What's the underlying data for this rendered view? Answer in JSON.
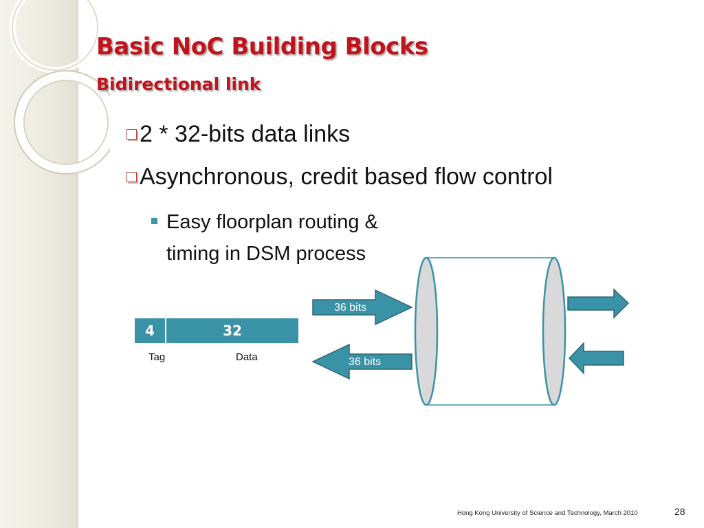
{
  "title": "Basic NoC Building Blocks",
  "subtitle": "Bidirectional link",
  "bullets": [
    {
      "text": "2 * 32-bits data links"
    },
    {
      "text": "Asynchronous, credit based flow control"
    }
  ],
  "sub_bullets": [
    {
      "text": "Easy floorplan routing & timing in DSM process"
    }
  ],
  "packet_format": {
    "tag_width": "4",
    "data_width": "32",
    "tag_label": "Tag",
    "data_label": "Data"
  },
  "link_labels": {
    "forward": "36 bits",
    "backward": "36 bits"
  },
  "colors": {
    "title": "#c0141c",
    "teal": "#3a92a6",
    "checkbox_border": "#b5473a",
    "cylinder_end": "#d9d9da"
  },
  "footer": {
    "text": "Hong Kong University of Science and Technology, March 2010",
    "page_number": "28"
  }
}
